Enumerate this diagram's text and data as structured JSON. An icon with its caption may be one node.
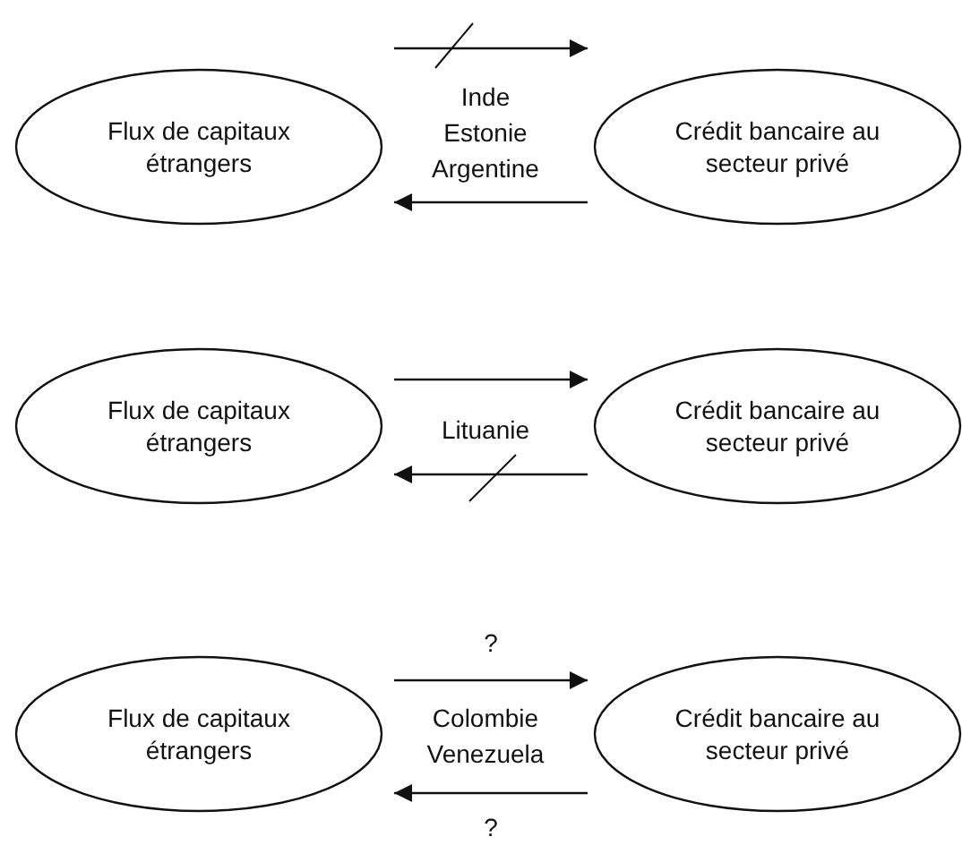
{
  "diagram": {
    "nodes": [
      {
        "text": [
          "Flux de capitaux étrangers"
        ]
      },
      {
        "text": [
          "Crédit bancaire au secteur privé"
        ]
      },
      {
        "text": [
          "Flux de capitaux étrangers"
        ]
      },
      {
        "text": [
          "Crédit bancaire au secteur privé"
        ]
      },
      {
        "text": [
          "Flux de capitaux étrangers"
        ]
      },
      {
        "text": [
          "Crédit bancaire au secteur privé"
        ]
      }
    ],
    "edges": [
      {
        "from": 0,
        "to": 1,
        "arrow": "to"
      },
      {
        "from": 1,
        "to": 0,
        "arrow": "to"
      },
      {
        "from": 2,
        "to": 3,
        "arrow": "to"
      },
      {
        "from": 3,
        "to": 2,
        "arrow": "to"
      },
      {
        "from": 4,
        "to": 5,
        "arrow": "to",
        "label": "?"
      },
      {
        "from": 5,
        "to": 4,
        "arrow": "to",
        "label": "?"
      }
    ],
    "labels": [
      "Inde Estonie Argentine",
      "Lituanie",
      "Colombie Venezuela"
    ]
  }
}
